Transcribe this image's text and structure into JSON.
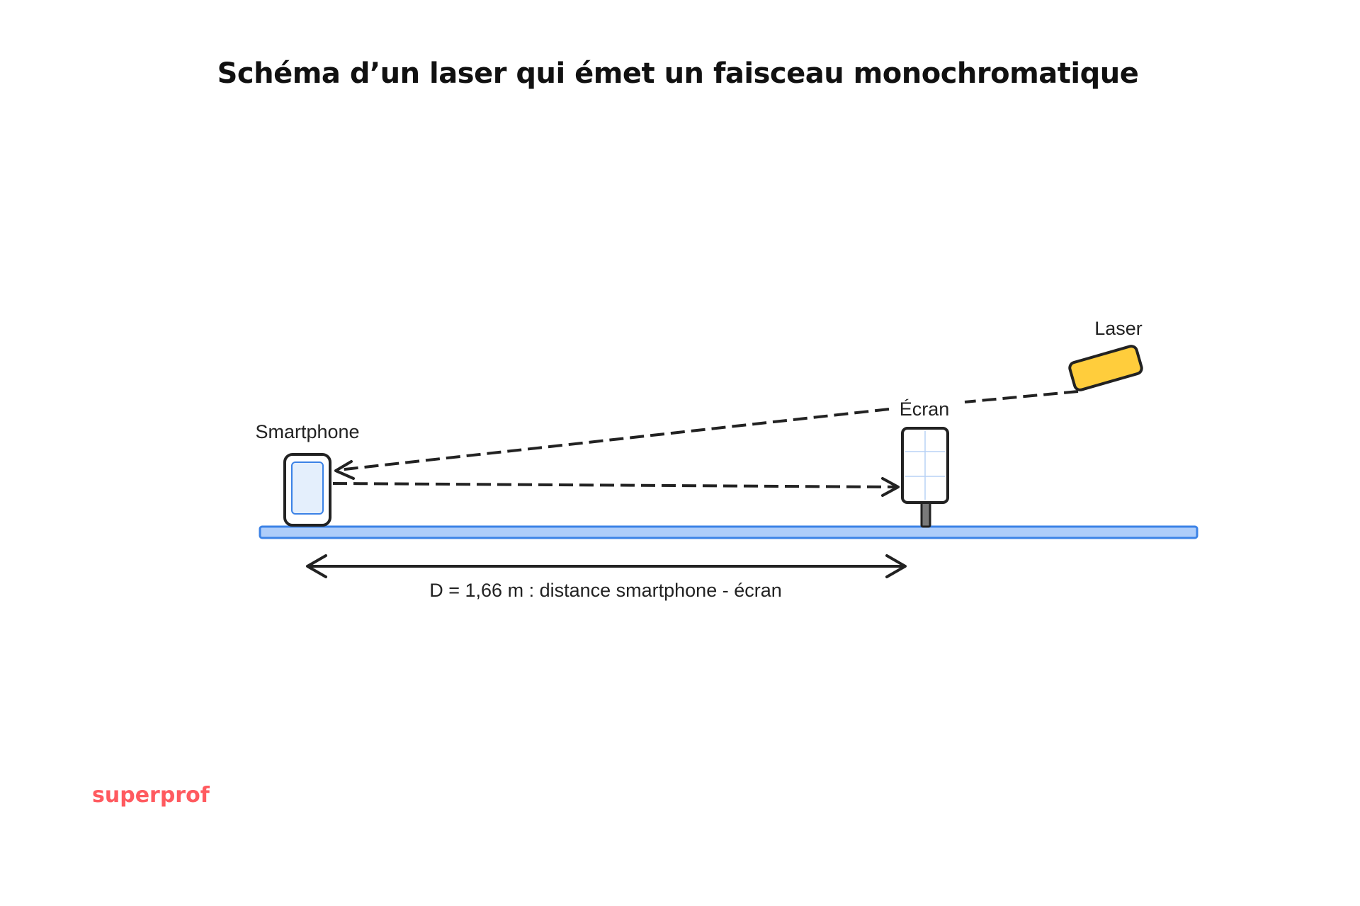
{
  "title": "Schéma d’un laser qui émet un faisceau monochromatique",
  "labels": {
    "smartphone": "Smartphone",
    "screen": "Écran",
    "laser": "Laser",
    "distance": "D = 1,66 m : distance smartphone - écran"
  },
  "brand": "superprof",
  "colors": {
    "table_fill": "#aecdfa",
    "table_stroke": "#3b82e6",
    "phone_screen_fill": "#e4effc",
    "phone_screen_stroke": "#3b82e6",
    "laser_fill": "#ffcd3c",
    "screen_grid": "#b8d2f6",
    "stand_fill": "#7a7a7a",
    "brand": "#ff5a5f"
  }
}
